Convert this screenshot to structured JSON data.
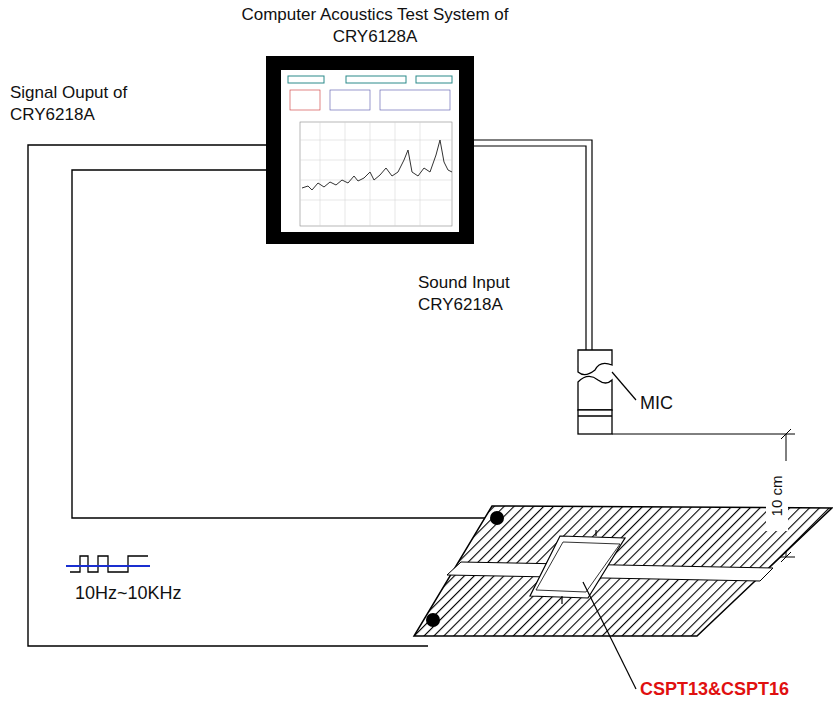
{
  "diagram": {
    "nodes": [
      {
        "text": [
          "Computer Acoustics Test System of CRY6128A"
        ]
      }
    ],
    "labels": [
      "Signal Ouput of CRY6218A",
      "Sound Input CRY6218A",
      "MIC",
      "10 cm",
      "10Hz~10KHz",
      "CSPT13&CSPT16"
    ]
  }
}
